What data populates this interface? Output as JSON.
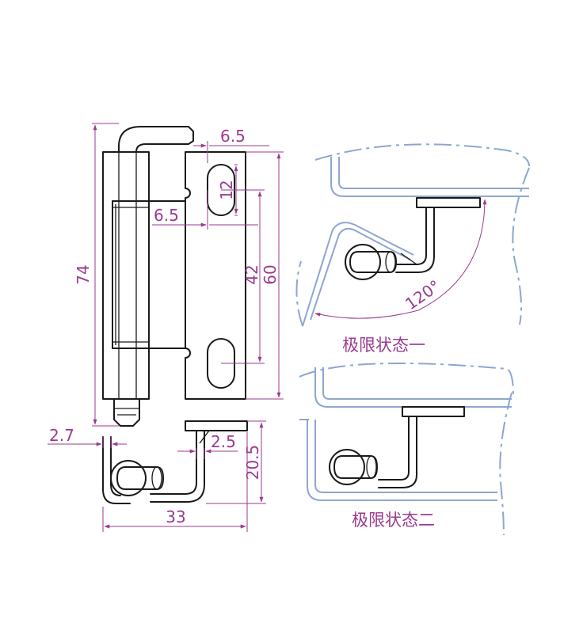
{
  "dimensions": {
    "overall_height": "74",
    "slot_offset_top": "6.5",
    "slot_length": "12",
    "slot_offset_mid": "6.5",
    "hole_spacing": "42",
    "plate_height": "60",
    "pin_offset": "2.7",
    "leaf_thickness": "2.5",
    "side_height": "20.5",
    "overall_width": "33"
  },
  "angle_label": "120°",
  "captions": {
    "state1": "极限状态一",
    "state2": "极限状态二"
  },
  "colors": {
    "outline": "#1a1a1a",
    "dimension": "#9b3a8e",
    "context": "#8ea6cf"
  }
}
